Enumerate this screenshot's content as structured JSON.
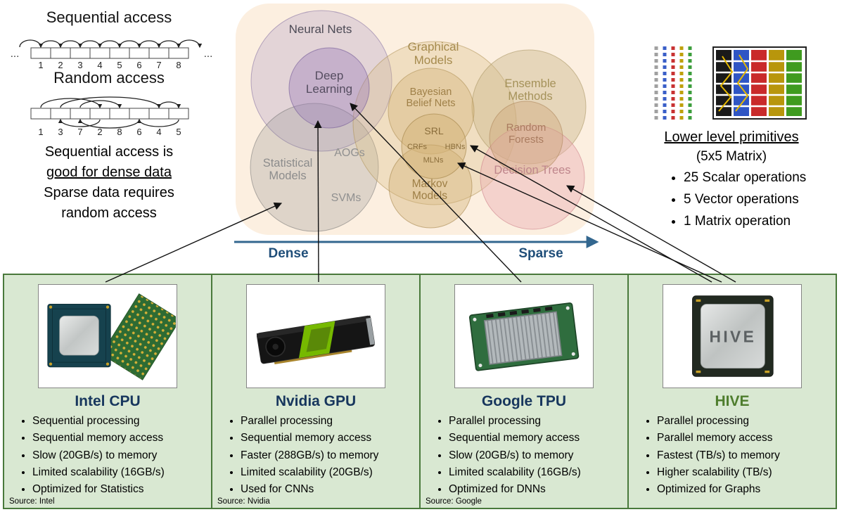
{
  "access_panel": {
    "sequential_title": "Sequential access",
    "sequential_cells": [
      "1",
      "2",
      "3",
      "4",
      "5",
      "6",
      "7",
      "8"
    ],
    "random_title": "Random access",
    "random_cells": [
      "1",
      "3",
      "7",
      "2",
      "8",
      "6",
      "4",
      "5"
    ],
    "ellipsis": "...",
    "caption_line1": "Sequential access is",
    "caption_line2": "good for dense data",
    "caption_line3": "Sparse data requires",
    "caption_line4": "random access"
  },
  "venn": {
    "neural_nets": "Neural Nets",
    "deep_learning": "Deep Learning",
    "graphical_models": "Graphical Models",
    "bayesian_belief_nets": "Bayesian Belief Nets",
    "srl": "SRL",
    "crfs": "CRFs",
    "hbns": "HBNs",
    "mlns": "MLNs",
    "ensemble_methods": "Ensemble Methods",
    "random_forests": "Random Forests",
    "decision_trees": "Decision Trees",
    "statistical_models": "Statistical Models",
    "aogs": "AOGs",
    "svms": "SVMs",
    "markov_models": "Markov Models",
    "axis_left": "Dense",
    "axis_right": "Sparse"
  },
  "primitives": {
    "title": "Lower level primitives",
    "subtitle": "(5x5 Matrix)",
    "bullets": [
      "25 Scalar operations",
      "5 Vector operations",
      "1 Matrix operation"
    ]
  },
  "hardware": {
    "cards": [
      {
        "title": "Intel CPU",
        "bullets": [
          "Sequential processing",
          "Sequential memory access",
          "Slow (20GB/s) to memory",
          "Limited scalability (16GB/s)",
          "Optimized for Statistics"
        ],
        "source": "Source: Intel"
      },
      {
        "title": "Nvidia GPU",
        "bullets": [
          "Parallel processing",
          "Sequential memory access",
          "Faster (288GB/s) to memory",
          "Limited scalability (20GB/s)",
          "Used for CNNs"
        ],
        "source": "Source: Nvidia"
      },
      {
        "title": "Google TPU",
        "bullets": [
          "Parallel processing",
          "Sequential memory access",
          "Slow (20GB/s) to memory",
          "Limited scalability (16GB/s)",
          "Optimized for DNNs"
        ],
        "source": "Source: Google"
      },
      {
        "title": "HIVE",
        "chip_label": "HIVE",
        "bullets": [
          "Parallel processing",
          "Parallel memory access",
          "Fastest (TB/s) to memory",
          "Higher scalability (TB/s)",
          "Optimized for Graphs"
        ],
        "source": ""
      }
    ]
  },
  "colors": {
    "panel_green": "#d9e8d2",
    "panel_border": "#49793b",
    "title_navy": "#17365d",
    "title_green": "#4e7d2d",
    "axis_blue": "#33678f",
    "venn_bg": "#fcefe0",
    "nvidia_green": "#76b900"
  }
}
